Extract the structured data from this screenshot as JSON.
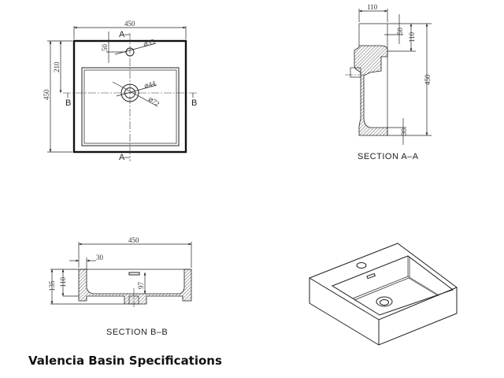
{
  "caption": "Valencia Basin Specifications",
  "top_view": {
    "width_dim": "450",
    "height_dim": "450",
    "drain_offset_dim": "210",
    "tap_offset_dim": "50",
    "tap_hole_dia": "⌀35",
    "drain_dia_inner": "⌀44",
    "drain_dia_outer": "⌀72",
    "section_a_mark": "A",
    "section_b_mark": "B"
  },
  "section_aa": {
    "title": "SECTION A–A",
    "rim_dim": "110",
    "tap_dim": "50",
    "depth_dim": "110",
    "length_dim": "450",
    "base_dim": "30"
  },
  "section_bb": {
    "title": "SECTION B–B",
    "width_dim": "450",
    "wall_dim": "30",
    "total_height_dim": "135",
    "height_dim": "110",
    "overflow_dim": "97"
  },
  "iso_view": {
    "label": "isometric"
  }
}
